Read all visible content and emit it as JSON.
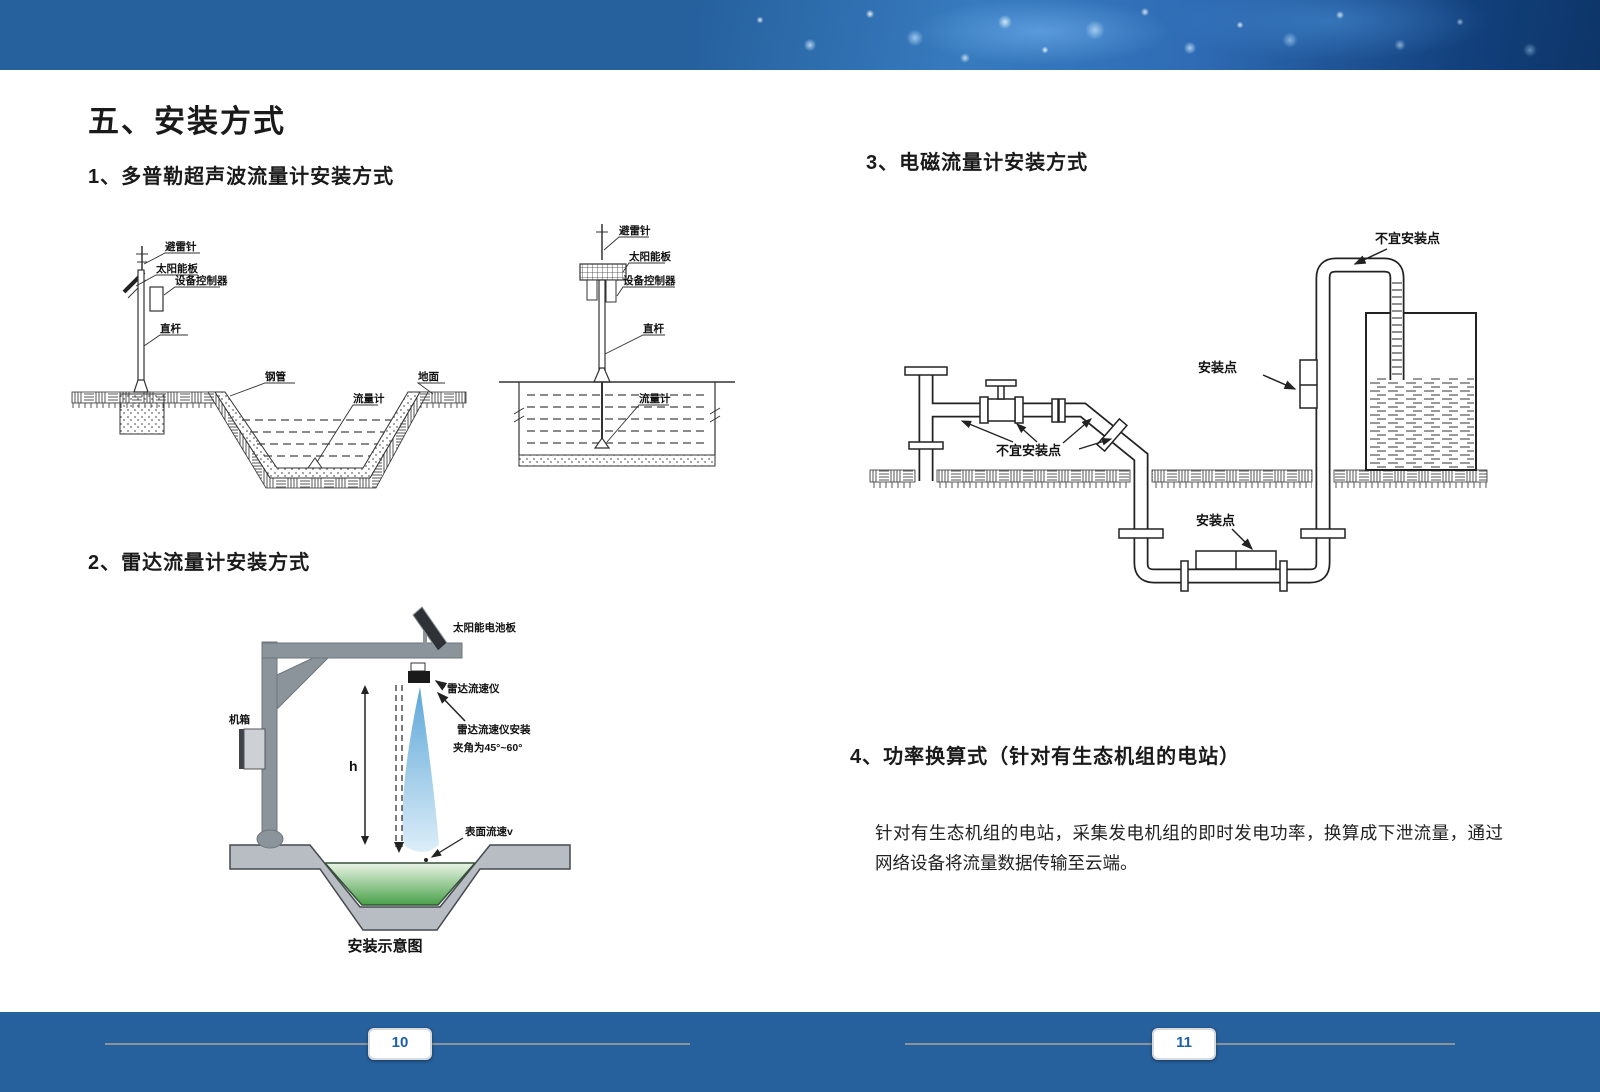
{
  "left": {
    "title": "五、安装方式",
    "page_number": "10",
    "section1": {
      "heading": "1、多普勒超声波流量计安装方式",
      "diagramA": {
        "labels": {
          "lightning_rod": "避雷针",
          "solar_panel": "太阳能板",
          "controller": "设备控制器",
          "pole": "直杆",
          "pipe": "钢管",
          "ground": "地面",
          "flow_meter": "流量计"
        }
      },
      "diagramB": {
        "labels": {
          "lightning_rod": "避雷针",
          "solar_panel": "太阳能板",
          "controller": "设备控制器",
          "pole": "直杆",
          "flow_meter": "流量计"
        }
      }
    },
    "section2": {
      "heading": "2、雷达流量计安装方式",
      "labels": {
        "solar_panel": "太阳能电池板",
        "radar": "雷达流速仪",
        "install_note1": "雷达流速仪安装",
        "install_note2": "夹角为45°~60°",
        "cabinet": "机箱",
        "height": "h",
        "surface_velocity": "表面流速v"
      },
      "caption": "安装示意图"
    }
  },
  "right": {
    "page_number": "11",
    "section3": {
      "heading": "3、电磁流量计安装方式",
      "labels": {
        "bad_top": "不宜安装点",
        "point_mid": "安装点",
        "bad_left": "不宜安装点",
        "point_bottom": "安装点"
      }
    },
    "section4": {
      "heading": "4、功率换算式（针对有生态机组的电站）",
      "body": "针对有生态机组的电站，采集发电机组的即时发电功率，换算成下泄流量，通过网络设备将流量数据传输至云端。"
    }
  },
  "colors": {
    "band_blue": "#26619E",
    "page_number_blue": "#1E5FA8"
  }
}
